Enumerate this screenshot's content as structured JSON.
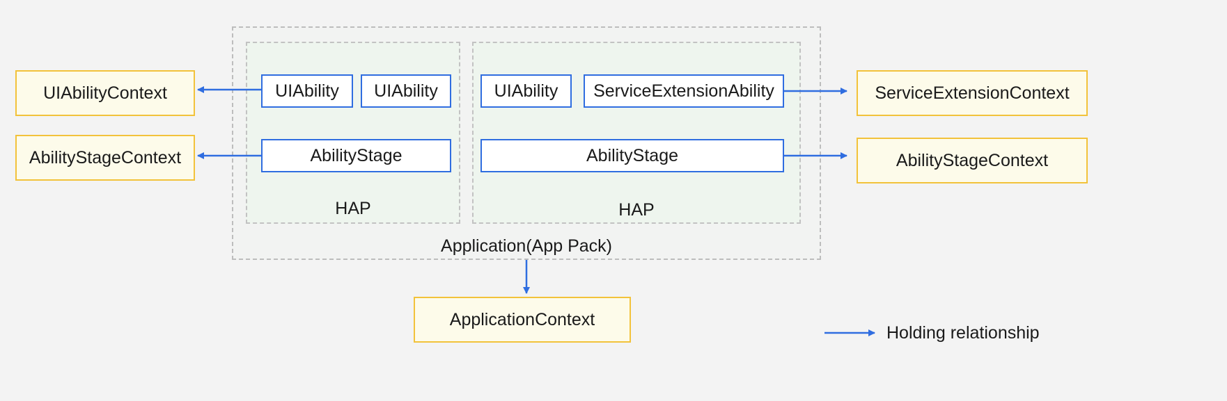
{
  "diagram": {
    "app_label": "Application(App Pack)",
    "hap_left": {
      "label": "HAP",
      "abilities": [
        "UIAbility",
        "UIAbility"
      ],
      "stage": "AbilityStage"
    },
    "hap_right": {
      "label": "HAP",
      "abilities": [
        "UIAbility",
        "ServiceExtensionAbility"
      ],
      "stage": "AbilityStage"
    },
    "contexts": {
      "left_ability": "UIAbilityContext",
      "left_stage": "AbilityStageContext",
      "right_ability": "ServiceExtensionContext",
      "right_stage": "AbilityStageContext",
      "application": "ApplicationContext"
    },
    "legend": {
      "label": "Holding relationship"
    },
    "colors": {
      "arrow": "#2f6de0",
      "ability_border": "#2f6de0",
      "context_border": "#f2c23a",
      "context_fill": "#fdfbea"
    }
  }
}
